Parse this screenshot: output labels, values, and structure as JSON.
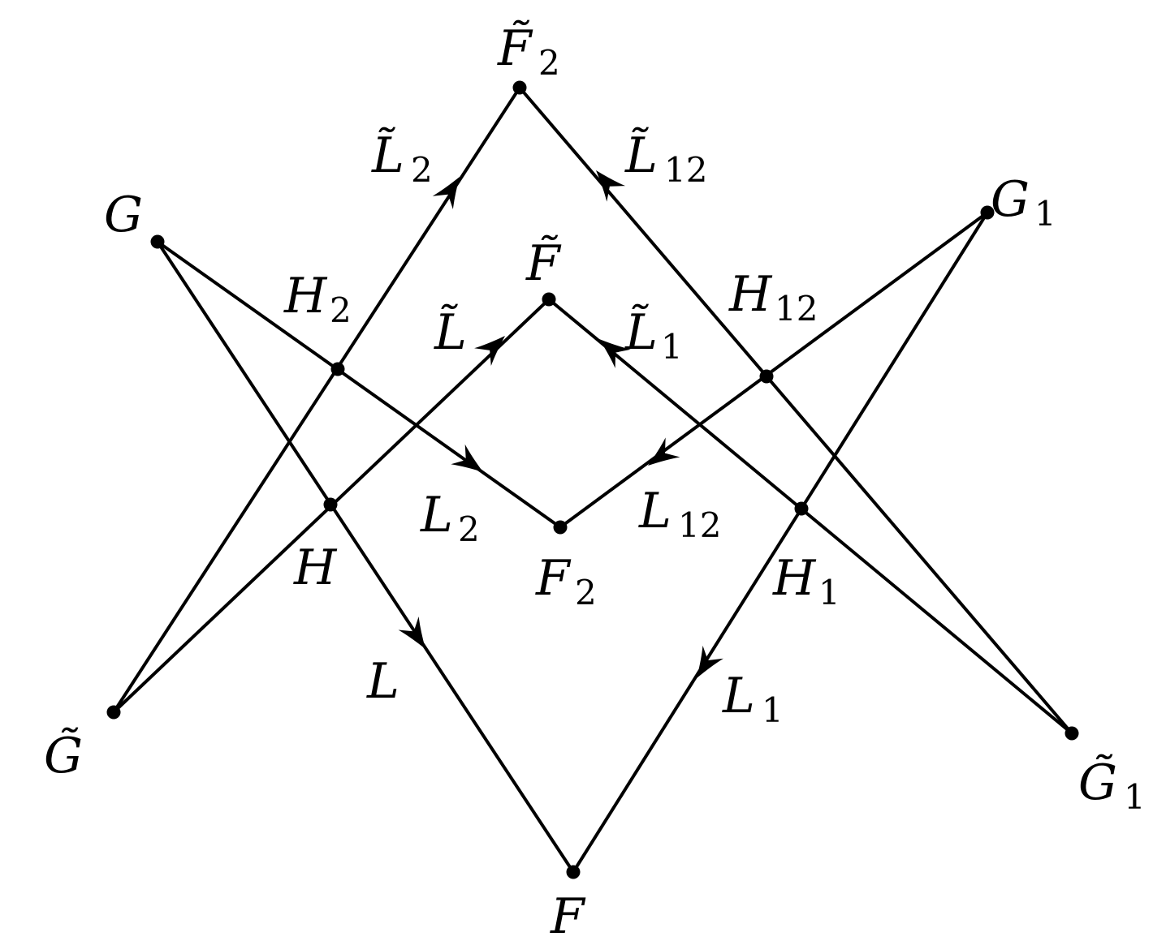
{
  "nodes": {
    "F2t": {
      "base": "F̃",
      "sub": "2"
    },
    "G": {
      "base": "G",
      "sub": ""
    },
    "G1": {
      "base": "G",
      "sub": "1"
    },
    "Ft": {
      "base": "F̃",
      "sub": ""
    },
    "H2": {
      "base": "H",
      "sub": "2"
    },
    "H12": {
      "base": "H",
      "sub": "12"
    },
    "H": {
      "base": "H",
      "sub": ""
    },
    "F2": {
      "base": "F",
      "sub": "2"
    },
    "H1": {
      "base": "H",
      "sub": "1"
    },
    "Gt": {
      "base": "G̃",
      "sub": ""
    },
    "G1t": {
      "base": "G̃",
      "sub": "1"
    },
    "F": {
      "base": "F",
      "sub": ""
    }
  },
  "edges": {
    "Lt2": {
      "base": "L̃",
      "sub": "2"
    },
    "Lt12": {
      "base": "L̃",
      "sub": "12"
    },
    "Lt": {
      "base": "L̃",
      "sub": ""
    },
    "Lt1": {
      "base": "L̃",
      "sub": "1"
    },
    "L2": {
      "base": "L",
      "sub": "2"
    },
    "L12": {
      "base": "L",
      "sub": "12"
    },
    "L": {
      "base": "L",
      "sub": ""
    },
    "L1": {
      "base": "L",
      "sub": "1"
    }
  }
}
